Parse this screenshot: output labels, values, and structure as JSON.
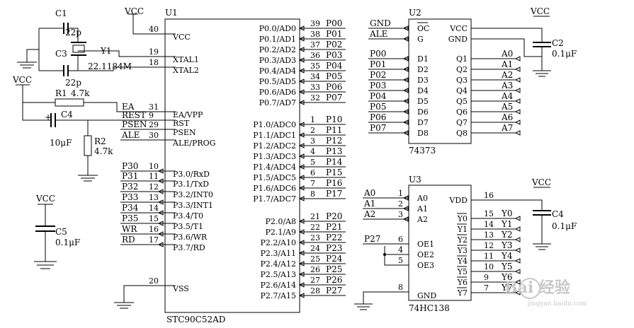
{
  "u1": {
    "ref": "U1",
    "part": "STC90C52AD",
    "left_pins": [
      {
        "num": "40",
        "name": "VCC"
      },
      {
        "num": "19",
        "name": "XTAL1"
      },
      {
        "num": "18",
        "name": "XTAL2"
      },
      {
        "num": "31",
        "name": "EA/VPP"
      },
      {
        "num": "9",
        "name": "RST"
      },
      {
        "num": "29",
        "name": "PSEN"
      },
      {
        "num": "30",
        "name": "ALE/PROG"
      },
      {
        "num": "10",
        "name": "P3.0/RxD"
      },
      {
        "num": "11",
        "name": "P3.1/TxD"
      },
      {
        "num": "12",
        "name": "P3.2/INT0"
      },
      {
        "num": "13",
        "name": "P3.3/INT1"
      },
      {
        "num": "14",
        "name": "P3.4/T0"
      },
      {
        "num": "15",
        "name": "P3.5/T1"
      },
      {
        "num": "16",
        "name": "P3.6/WR"
      },
      {
        "num": "17",
        "name": "P3.7/RD"
      },
      {
        "num": "20",
        "name": "VSS"
      }
    ],
    "right_pins": [
      {
        "num": "39",
        "name": "P0.0/AD0",
        "net": "P00"
      },
      {
        "num": "38",
        "name": "P0.1/AD1",
        "net": "P01"
      },
      {
        "num": "37",
        "name": "P0.2/AD2",
        "net": "P02"
      },
      {
        "num": "36",
        "name": "P0.3/AD3",
        "net": "P03"
      },
      {
        "num": "35",
        "name": "P0.4/AD4",
        "net": "P04"
      },
      {
        "num": "34",
        "name": "P0.5/AD5",
        "net": "P05"
      },
      {
        "num": "33",
        "name": "P0.6/AD6",
        "net": "P06"
      },
      {
        "num": "32",
        "name": "P0.7/AD7",
        "net": "P07"
      },
      {
        "num": "1",
        "name": "P1.0/ADC0",
        "net": "P10"
      },
      {
        "num": "2",
        "name": "P1.1/ADC1",
        "net": "P11"
      },
      {
        "num": "3",
        "name": "P1.2/ADC2",
        "net": "P12"
      },
      {
        "num": "4",
        "name": "P1.3/ADC3",
        "net": "P13"
      },
      {
        "num": "5",
        "name": "P1.4/ADC4",
        "net": "P14"
      },
      {
        "num": "6",
        "name": "P1.5/ADC5",
        "net": "P15"
      },
      {
        "num": "7",
        "name": "P1.6/ADC6",
        "net": "P16"
      },
      {
        "num": "8",
        "name": "P1.7/ADC7",
        "net": "P17"
      },
      {
        "num": "21",
        "name": "P2.0/A8",
        "net": "P20"
      },
      {
        "num": "22",
        "name": "P2.1/A9",
        "net": "P21"
      },
      {
        "num": "23",
        "name": "P2.2/A10",
        "net": "P22"
      },
      {
        "num": "24",
        "name": "P2.3/A11",
        "net": "P23"
      },
      {
        "num": "25",
        "name": "P2.4/A12",
        "net": "P24"
      },
      {
        "num": "26",
        "name": "P2.5/A13",
        "net": "P25"
      },
      {
        "num": "27",
        "name": "P2.6/A14",
        "net": "P26"
      },
      {
        "num": "28",
        "name": "P2.7/A15",
        "net": "P27"
      }
    ],
    "left_nets": [
      "EA",
      "REST",
      "PSEN",
      "ALE",
      "P30",
      "P31",
      "P32",
      "P33",
      "P34",
      "P35",
      "WR",
      "RD"
    ]
  },
  "u2": {
    "ref": "U2",
    "part": "74373",
    "top_inputs": [
      {
        "net": "GND",
        "name": "OC"
      },
      {
        "net": "ALE",
        "name": "G"
      }
    ],
    "d_inputs": [
      {
        "net": "P00",
        "name": "D1"
      },
      {
        "net": "P01",
        "name": "D2"
      },
      {
        "net": "P02",
        "name": "D3"
      },
      {
        "net": "P03",
        "name": "D4"
      },
      {
        "net": "P04",
        "name": "D5"
      },
      {
        "net": "P05",
        "name": "D6"
      },
      {
        "net": "P06",
        "name": "D7"
      },
      {
        "net": "P07",
        "name": "D8"
      }
    ],
    "power": [
      "VCC",
      "GND"
    ],
    "q_outputs": [
      {
        "name": "Q1",
        "net": "A0"
      },
      {
        "name": "Q2",
        "net": "A1"
      },
      {
        "name": "Q3",
        "net": "A2"
      },
      {
        "name": "Q4",
        "net": "A3"
      },
      {
        "name": "Q5",
        "net": "A4"
      },
      {
        "name": "Q6",
        "net": "A5"
      },
      {
        "name": "Q7",
        "net": "A6"
      },
      {
        "name": "Q8",
        "net": "A7"
      }
    ]
  },
  "u3": {
    "ref": "U3",
    "part": "74HC138",
    "inputs": [
      {
        "net": "A0",
        "num": "1",
        "name": "A0"
      },
      {
        "net": "A1",
        "num": "2",
        "name": "A1"
      },
      {
        "net": "A2",
        "num": "3",
        "name": "A2"
      }
    ],
    "enables": [
      {
        "net": "P27",
        "num": "6",
        "name": "OE1"
      },
      {
        "net": "",
        "num": "4",
        "name": "OE2"
      },
      {
        "net": "",
        "num": "5",
        "name": "OE3"
      }
    ],
    "gnd": {
      "num": "8",
      "name": "GND"
    },
    "vdd": {
      "num": "16",
      "name": "VDD"
    },
    "outputs": [
      {
        "num": "15",
        "name": "Y0",
        "net": "Y0"
      },
      {
        "num": "14",
        "name": "Y1",
        "net": "Y1"
      },
      {
        "num": "13",
        "name": "Y2",
        "net": "Y2"
      },
      {
        "num": "12",
        "name": "Y3",
        "net": "Y3"
      },
      {
        "num": "11",
        "name": "Y4",
        "net": "Y4"
      },
      {
        "num": "10",
        "name": "Y5",
        "net": "Y5"
      },
      {
        "num": "9",
        "name": "Y6",
        "net": "Y6"
      },
      {
        "num": "7",
        "name": "Y7",
        "net": "Y7"
      }
    ]
  },
  "parts": {
    "c1": {
      "ref": "C1",
      "value": "22p"
    },
    "c3": {
      "ref": "C3",
      "value": "22p"
    },
    "y1": {
      "ref": "Y1",
      "value": "22.1184M"
    },
    "r1": {
      "ref": "R1",
      "value": "4.7k"
    },
    "c4a": {
      "ref": "C4",
      "value": "10μF"
    },
    "r2": {
      "ref": "R2",
      "value": "4.7k"
    },
    "c5": {
      "ref": "C5",
      "value": "0.1μF"
    },
    "c2": {
      "ref": "C2",
      "value": "0.1μF"
    },
    "c4b": {
      "ref": "C4",
      "value": "0.1μF"
    },
    "vcc": "VCC"
  },
  "watermark": {
    "text": "Bai 经验",
    "url": "jingyan.baidu.com"
  }
}
